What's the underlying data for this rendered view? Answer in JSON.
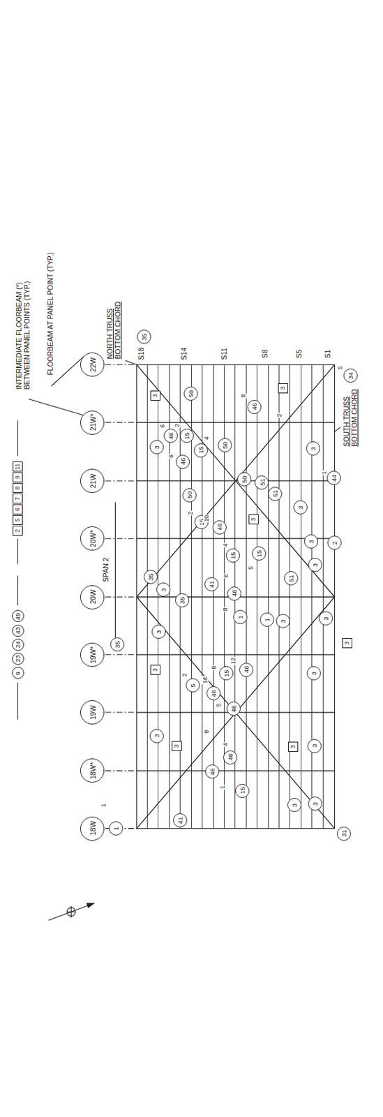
{
  "diagram": {
    "nodes": [
      {
        "text": [
          "22W"
        ]
      },
      {
        "text": [
          "21W*"
        ]
      },
      {
        "text": [
          "21W"
        ]
      },
      {
        "text": [
          "20W*"
        ]
      },
      {
        "text": [
          "20W"
        ]
      },
      {
        "text": [
          "19W*"
        ]
      },
      {
        "text": [
          "19W"
        ]
      },
      {
        "text": [
          "18W*"
        ]
      },
      {
        "text": [
          "18W"
        ]
      },
      {
        "text": [
          "9"
        ]
      },
      {
        "text": [
          "23"
        ]
      },
      {
        "text": [
          "24"
        ]
      },
      {
        "text": [
          "43"
        ]
      },
      {
        "text": [
          "49"
        ]
      },
      {
        "text": [
          "2"
        ]
      },
      {
        "text": [
          "5"
        ]
      },
      {
        "text": [
          "6"
        ]
      },
      {
        "text": [
          "7"
        ]
      },
      {
        "text": [
          "8"
        ]
      },
      {
        "text": [
          "9"
        ]
      },
      {
        "text": [
          "11"
        ]
      },
      {
        "text": [
          "1"
        ]
      },
      {
        "text": [
          "35"
        ]
      },
      {
        "text": [
          "35"
        ]
      },
      {
        "text": [
          "3"
        ]
      },
      {
        "text": [
          "3"
        ]
      },
      {
        "text": [
          "46"
        ]
      },
      {
        "text": [
          "15"
        ]
      },
      {
        "text": [
          "50"
        ]
      },
      {
        "text": [
          "46"
        ]
      },
      {
        "text": [
          "15"
        ]
      },
      {
        "text": [
          "50"
        ]
      },
      {
        "text": [
          "50"
        ]
      },
      {
        "text": [
          "15"
        ]
      },
      {
        "text": [
          "50"
        ]
      },
      {
        "text": [
          "51"
        ]
      },
      {
        "text": [
          "51"
        ]
      },
      {
        "text": [
          "3"
        ]
      },
      {
        "text": [
          "3"
        ]
      },
      {
        "text": [
          "3"
        ]
      },
      {
        "text": [
          "3"
        ]
      },
      {
        "text": [
          "46"
        ]
      },
      {
        "text": [
          "44"
        ]
      },
      {
        "text": [
          "2"
        ]
      },
      {
        "text": [
          "46"
        ]
      },
      {
        "text": [
          "15"
        ]
      },
      {
        "text": [
          "15"
        ]
      },
      {
        "text": [
          "46"
        ]
      },
      {
        "text": [
          "41"
        ]
      },
      {
        "text": [
          "35"
        ]
      },
      {
        "text": [
          "35"
        ]
      },
      {
        "text": [
          "3"
        ]
      },
      {
        "text": [
          "1"
        ]
      },
      {
        "text": [
          "1"
        ]
      },
      {
        "text": [
          "3"
        ]
      },
      {
        "text": [
          "3"
        ]
      },
      {
        "text": [
          "3"
        ]
      },
      {
        "text": [
          "3"
        ]
      },
      {
        "text": [
          "51"
        ]
      },
      {
        "text": [
          "3"
        ]
      },
      {
        "text": [
          "3"
        ]
      },
      {
        "text": [
          "3"
        ]
      },
      {
        "text": [
          "5"
        ]
      },
      {
        "text": [
          "46"
        ]
      },
      {
        "text": [
          "15"
        ]
      },
      {
        "text": [
          "46"
        ]
      },
      {
        "text": [
          "46"
        ]
      },
      {
        "text": [
          "3"
        ]
      },
      {
        "text": [
          "3"
        ]
      },
      {
        "text": [
          "3"
        ]
      },
      {
        "text": [
          "41"
        ]
      },
      {
        "text": [
          "46"
        ]
      },
      {
        "text": [
          "46"
        ]
      },
      {
        "text": [
          "15"
        ]
      },
      {
        "text": [
          "3"
        ]
      },
      {
        "text": [
          "3"
        ]
      },
      {
        "text": [
          "3"
        ]
      },
      {
        "text": [
          "3"
        ]
      },
      {
        "text": [
          "31"
        ]
      },
      {
        "text": [
          "34"
        ]
      }
    ],
    "labels": [
      "INTERMEDIATE FLOORBEAM (*) BETWEEN PANEL POINTS (TYP.)",
      "FLOORBEAM AT PANEL POINT (TYP.)",
      "NORTH TRUSS BOTTOM CHORD",
      "SPAN 2",
      "S18",
      "S14",
      "S11",
      "S8",
      "S5",
      "S1",
      "SOUTH TRUSS BOTTOM CHORD",
      "1",
      "6",
      "2",
      "6",
      "4",
      "2",
      "8",
      "2",
      "1",
      "10",
      "4",
      "5",
      "6",
      "8",
      "2",
      "16",
      "8",
      "12",
      "5",
      "8",
      "4",
      "1",
      "5"
    ]
  }
}
